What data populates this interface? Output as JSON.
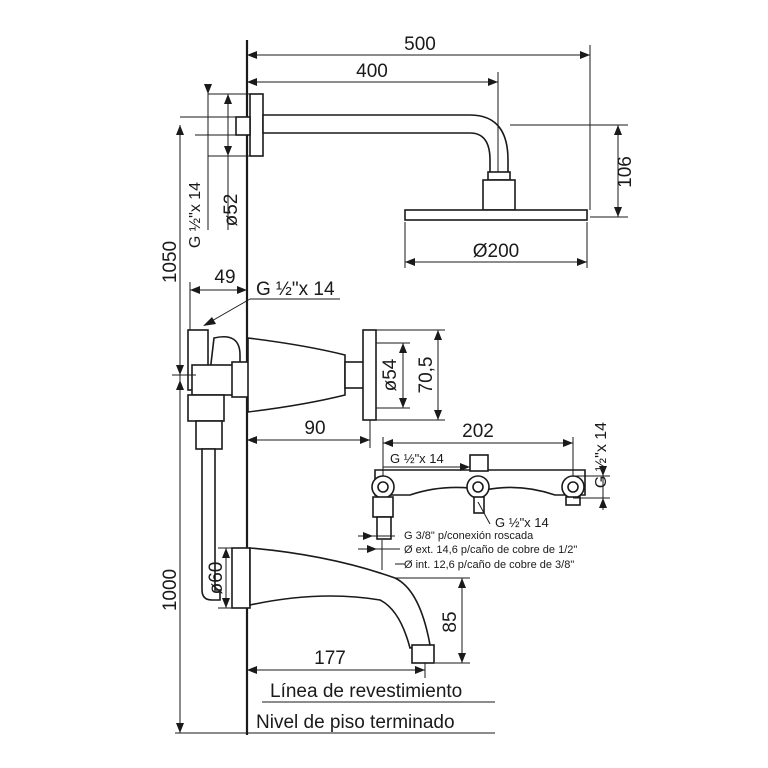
{
  "labels": {
    "d500": "500",
    "d400": "400",
    "d106": "106",
    "d200": "Ø200",
    "d52": "ø52",
    "thread_vertical": "G ½\"x 14",
    "d1050": "1050",
    "d49": "49",
    "thread_top": "G ½\"x 14",
    "d54": "ø54",
    "d70": "70,5",
    "d90": "90",
    "d202": "202",
    "thread_right": "G ½\"x 14",
    "thread_valve_left": "G ½\"x 14",
    "thread_valve_bottom": "G ½\"x 14",
    "note_1": "G 3/8\" p/conexión roscada",
    "note_2": "Ø ext. 14,6 p/caño de cobre de 1/2\"",
    "note_3": "Ø int. 12,6 p/caño de cobre de 3/8\"",
    "d60": "ø60",
    "d1000": "1000",
    "d85": "85",
    "d177": "177",
    "linea_revestimiento": "Línea de revestimiento",
    "nivel_piso": "Nivel de piso terminado"
  }
}
